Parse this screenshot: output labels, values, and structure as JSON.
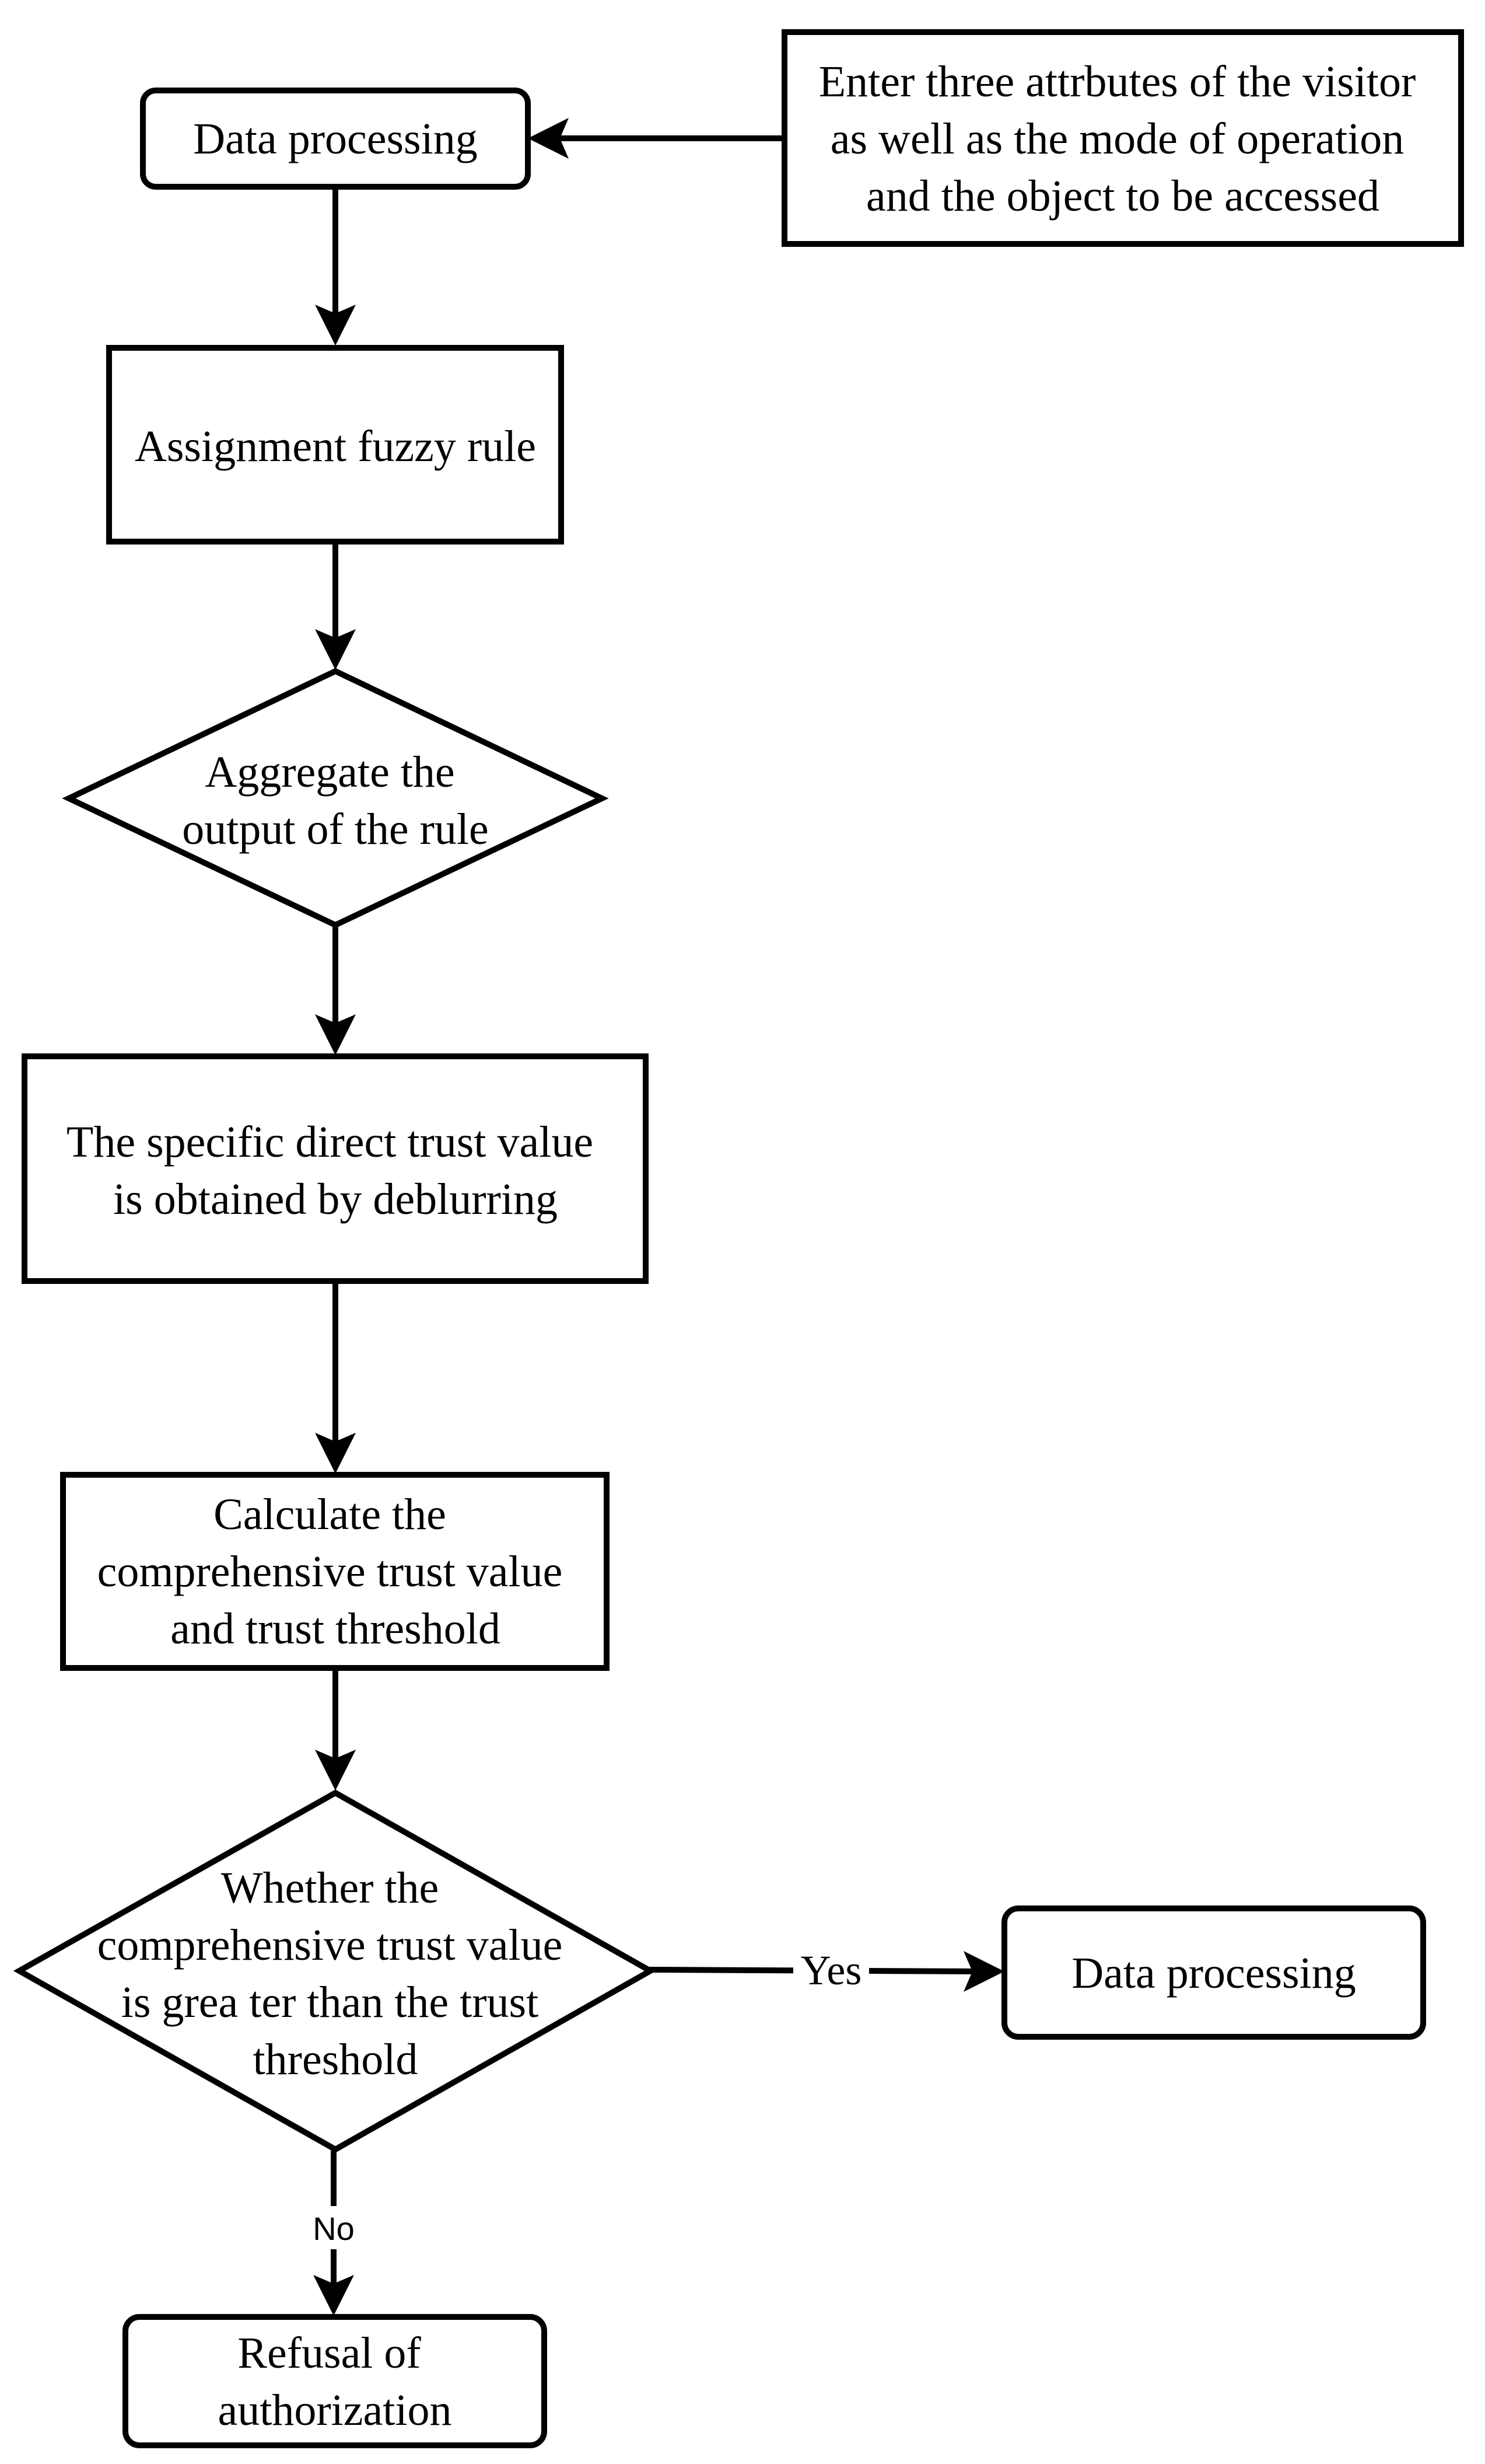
{
  "nodes": {
    "input": {
      "lines": [
        "Enter three attrbutes of the visitor",
        "as well as the mode of operation",
        "and the object to be accessed"
      ]
    },
    "data_processing_top": {
      "lines": [
        "Data processing"
      ]
    },
    "assignment": {
      "lines": [
        "Assignment fuzzy rule"
      ]
    },
    "aggregate": {
      "lines": [
        "Aggregate the",
        "output of the rule"
      ]
    },
    "deblurring": {
      "lines": [
        "The specific direct trust value",
        "is obtained by deblurring"
      ]
    },
    "calculate": {
      "lines": [
        "Calculate the",
        "comprehensive trust value",
        "and trust threshold"
      ]
    },
    "decision": {
      "lines": [
        "Whether the",
        "comprehensive trust value",
        "is grea ter than the trust",
        "threshold"
      ]
    },
    "data_processing_yes": {
      "lines": [
        "Data processing"
      ]
    },
    "refusal": {
      "lines": [
        "Refusal of",
        "authorization"
      ]
    }
  },
  "edges": {
    "yes_label": "Yes",
    "no_label": "No"
  }
}
